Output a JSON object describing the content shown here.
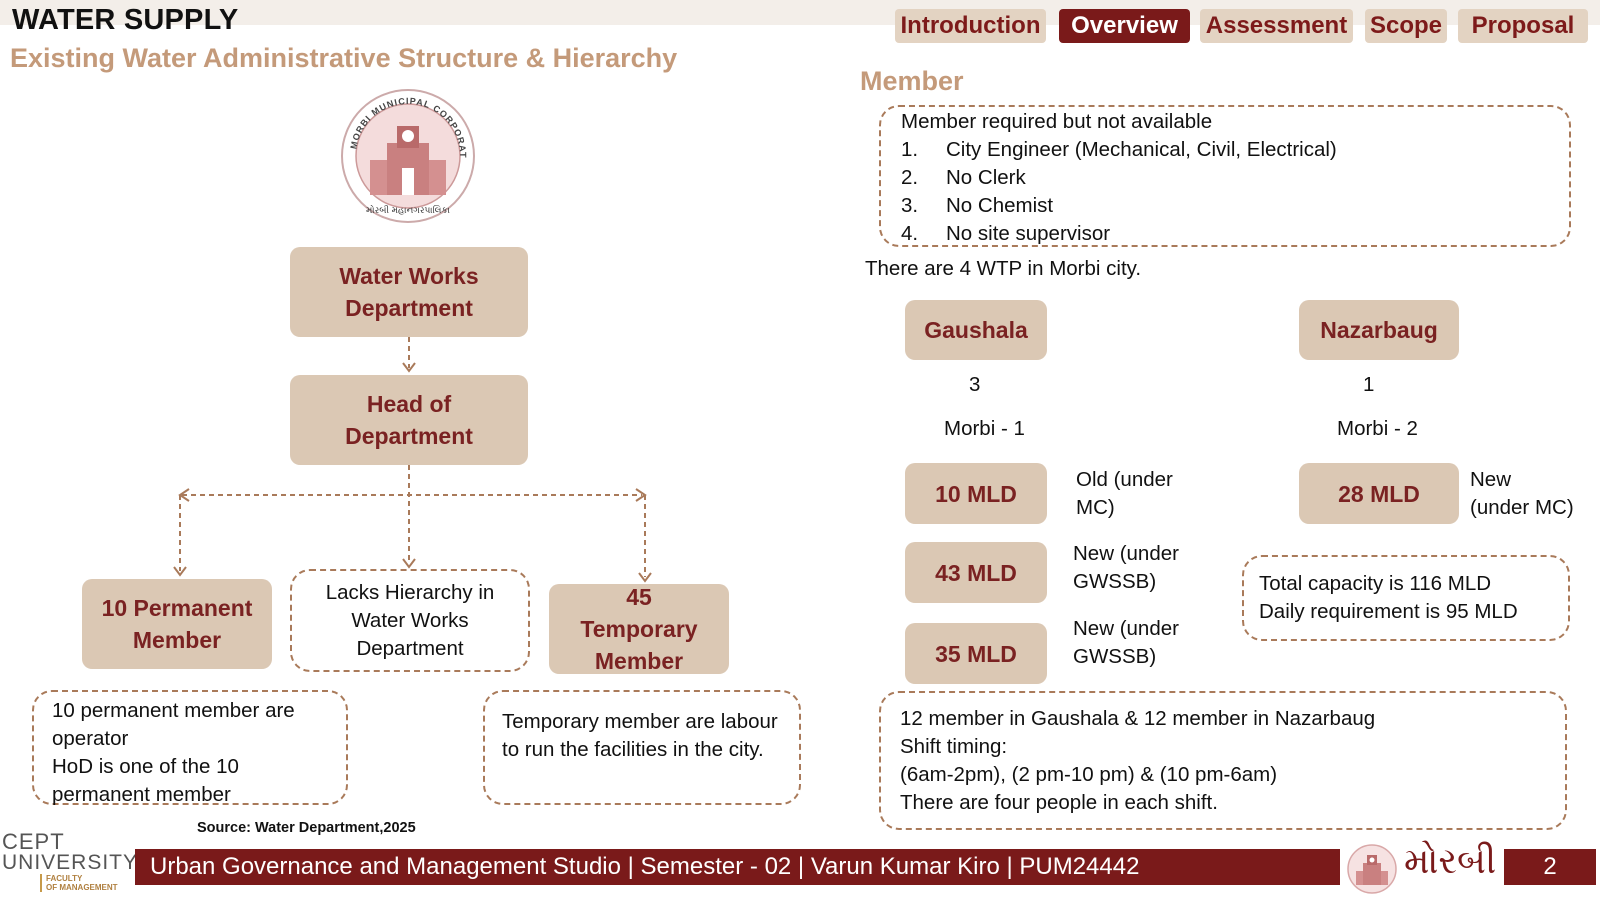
{
  "header": {
    "title": "WATER SUPPLY",
    "subtitle": "Existing Water Administrative Structure & Hierarchy",
    "tabs": [
      {
        "label": "Introduction",
        "active": false
      },
      {
        "label": "Overview",
        "active": true
      },
      {
        "label": "Assessment",
        "active": false
      },
      {
        "label": "Scope",
        "active": false
      },
      {
        "label": "Proposal",
        "active": false
      }
    ]
  },
  "logo": {
    "arc_text": "MORBI MUNICIPAL CORPORATION",
    "bottom_text": "મોરબી મહાનગરપાલિકા"
  },
  "hierarchy": {
    "dept": "Water Works Department",
    "head": "Head of Department",
    "permanent": "10 Permanent Member",
    "lacks": "Lacks Hierarchy in Water Works Department",
    "temporary": "45 Temporary Member",
    "permanent_note_1": "10 permanent member are operator",
    "permanent_note_2": "HoD is one of the 10 permanent member",
    "temporary_note": "Temporary member are labour to run the facilities in the city.",
    "source": "Source:  Water Department,2025"
  },
  "member": {
    "heading": "Member",
    "required_title": "Member required but not available",
    "required_items": [
      {
        "num": "1.",
        "text": "City Engineer (Mechanical, Civil, Electrical)"
      },
      {
        "num": "2.",
        "text": "No Clerk"
      },
      {
        "num": "3.",
        "text": "No Chemist"
      },
      {
        "num": "4.",
        "text": "No site supervisor"
      }
    ],
    "wtp_text": "There are 4 WTP in Morbi city."
  },
  "plants": {
    "gaushala": {
      "name": "Gaushala",
      "count": "3",
      "zone": "Morbi - 1"
    },
    "nazarbaug": {
      "name": "Nazarbaug",
      "count": "1",
      "zone": "Morbi - 2"
    },
    "g1": {
      "capacity": "10 MLD",
      "status_1": "Old (under",
      "status_2": "MC)"
    },
    "g2": {
      "capacity": "43 MLD",
      "status_1": "New (under",
      "status_2": "GWSSB)"
    },
    "g3": {
      "capacity": "35 MLD",
      "status_1": "New (under",
      "status_2": "GWSSB)"
    },
    "n1": {
      "capacity": "28 MLD",
      "status_1": "New",
      "status_2": "(under MC)"
    },
    "total_1": "Total capacity is 116 MLD",
    "total_2": "Daily requirement is 95 MLD"
  },
  "shift": {
    "line_1": "12 member in Gaushala & 12 member in Nazarbaug",
    "line_2": "Shift timing:",
    "line_3": "(6am-2pm), (2 pm-10 pm) & (10 pm-6am)",
    "line_4": "There are four people in each shift."
  },
  "footer": {
    "brand_1": "CEPT",
    "brand_2": "UNIVERSITY",
    "brand_3": "FACULTY",
    "brand_4": "OF MANAGEMENT",
    "text": "Urban Governance and Management Studio | Semester - 02 | Varun Kumar Kiro | PUM24442",
    "gujarati": "મોરબી",
    "page": "2"
  },
  "colors": {
    "maroon": "#7a1a1a",
    "beige": "#dbc8b4",
    "accent_text": "#c49a7a",
    "dash": "#a97a5a"
  }
}
